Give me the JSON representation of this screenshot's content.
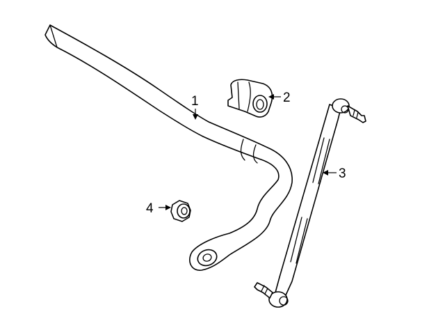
{
  "diagram": {
    "callouts": [
      {
        "number": "1"
      },
      {
        "number": "2"
      },
      {
        "number": "3"
      },
      {
        "number": "4"
      }
    ],
    "colors": {
      "line": "#000000",
      "background": "#ffffff"
    }
  }
}
